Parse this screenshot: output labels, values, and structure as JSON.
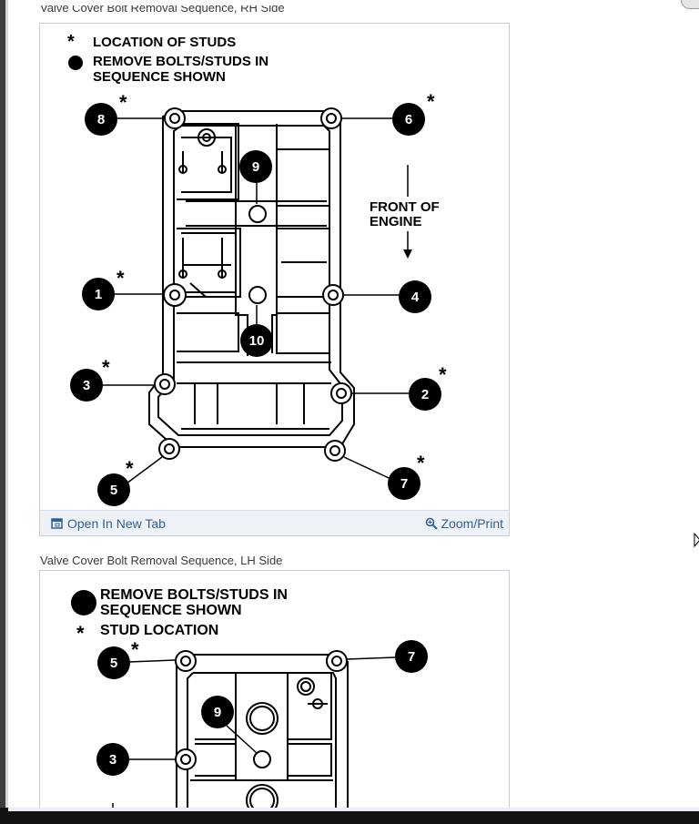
{
  "figures": [
    {
      "caption": "Valve Cover Bolt Removal Sequence, RH Side",
      "legend": {
        "stud": "LOCATION OF STUDS",
        "remove_line1": "REMOVE BOLTS/STUDS IN",
        "remove_line2": "SEQUENCE SHOWN"
      },
      "front_line1": "FRONT OF",
      "front_line2": "ENGINE",
      "bolts": [
        "1",
        "2",
        "3",
        "4",
        "5",
        "6",
        "7",
        "8",
        "9",
        "10"
      ],
      "open_in_new_tab": "Open In New Tab",
      "zoom_print": "Zoom/Print"
    },
    {
      "caption": "Valve Cover Bolt Removal Sequence, LH Side",
      "legend": {
        "remove_line1": "REMOVE BOLTS/STUDS IN",
        "remove_line2": "SEQUENCE SHOWN",
        "stud": "STUD LOCATION"
      },
      "bolts": [
        "5",
        "7",
        "9",
        "3"
      ]
    }
  ],
  "star_glyph": "*"
}
